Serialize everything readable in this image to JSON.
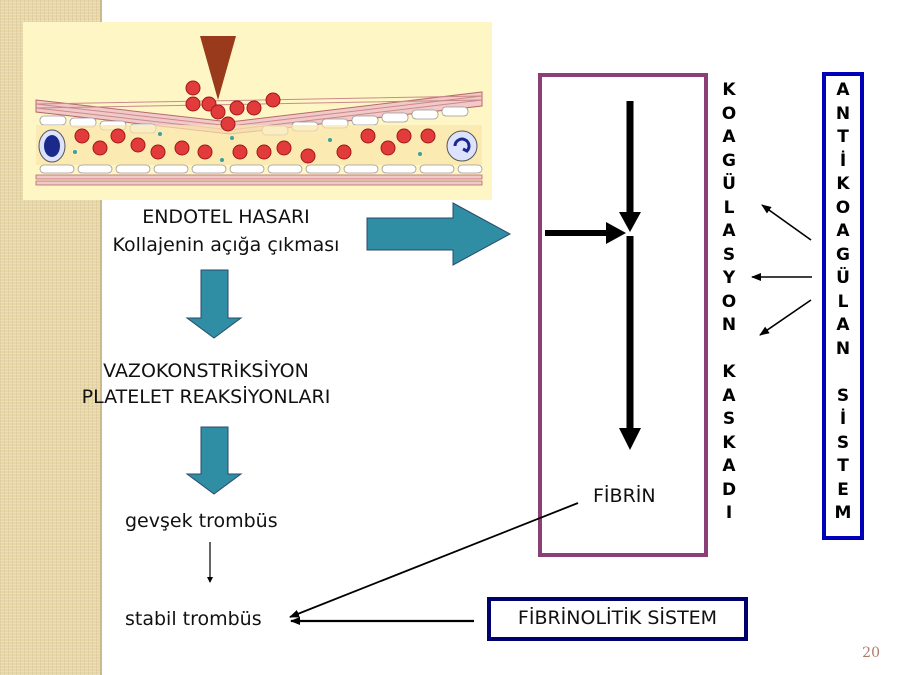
{
  "colors": {
    "arrow_teal": "#2f8ea3",
    "coag_box": "#8b3f77",
    "blue_box": "#0000b8",
    "fibrinolitik_border": "#00006e",
    "page_number": "#b07a6a"
  },
  "labels": {
    "endotel_hasari": "ENDOTEL HASARI",
    "kollajen": "Kollajenin açığa çıkması",
    "vazokonstriksiyon": "VAZOKONSTRİKSİYON",
    "platelet": "PLATELET REAKSİYONLARI",
    "gevsek_trombus": "gevşek trombüs",
    "stabil_trombus": "stabil trombüs",
    "fibrin": "FİBRİN",
    "fibrinolitik_sistem": "FİBRİNOLİTİK SİSTEM"
  },
  "koagulasyon_kaskadi": [
    "K",
    "O",
    "A",
    "G",
    "Ü",
    "L",
    "A",
    "S",
    "Y",
    "O",
    "N",
    "",
    "K",
    "A",
    "S",
    "K",
    "A",
    "D",
    "I"
  ],
  "antikoagulan_sistem": [
    "A",
    "N",
    "T",
    "İ",
    "K",
    "O",
    "A",
    "G",
    "Ü",
    "L",
    "A",
    "N",
    "",
    "S",
    "İ",
    "S",
    "T",
    "E",
    "M"
  ],
  "illustration": {
    "name": "endothelial-injury-illustration"
  },
  "page_number": "20"
}
